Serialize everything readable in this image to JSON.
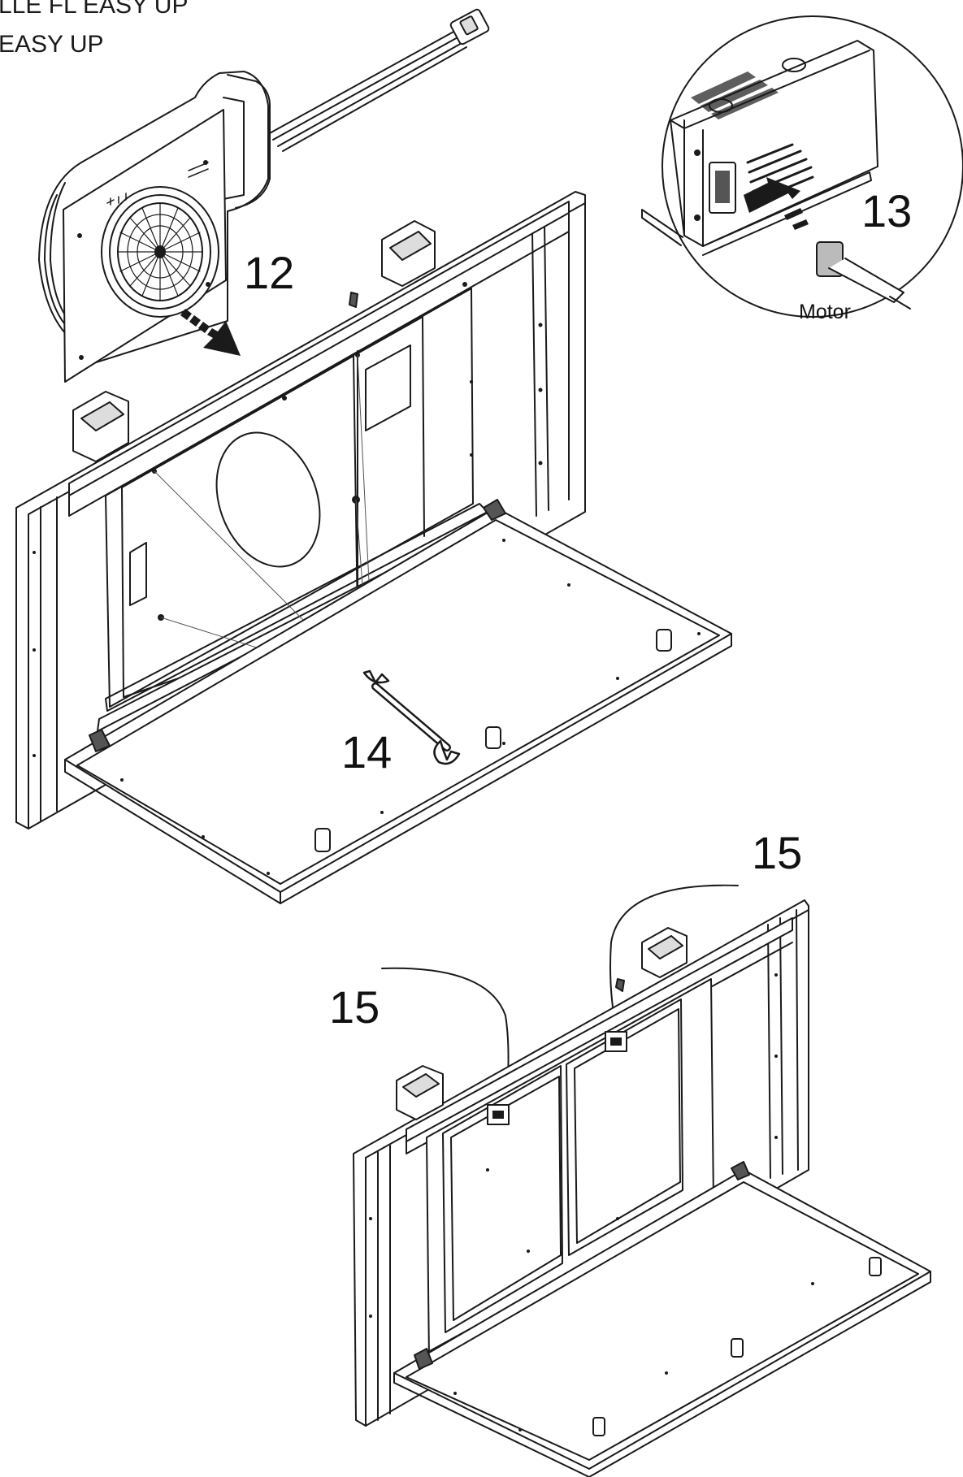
{
  "header": {
    "line1": "LLE FL EASY UP",
    "line2": "EASY UP"
  },
  "callouts": {
    "step12": "12",
    "step13": "13",
    "step14": "14",
    "step15a": "15",
    "step15b": "15"
  },
  "inset": {
    "connector_label": "Motor"
  }
}
